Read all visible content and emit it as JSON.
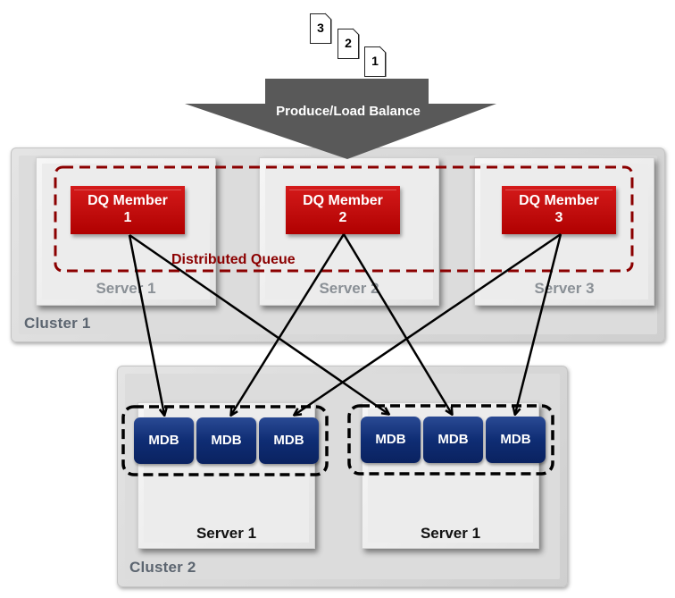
{
  "documents": [
    {
      "label": "3"
    },
    {
      "label": "2"
    },
    {
      "label": "1"
    }
  ],
  "load_balancer": {
    "label": "Produce/Load Balance",
    "color": "#595959"
  },
  "cluster1": {
    "label": "Cluster 1",
    "distributed_queue_label": "Distributed Queue",
    "queue_border_color": "#8b0000",
    "servers": [
      {
        "label": "Server 1",
        "dq_member": {
          "line1": "DQ Member",
          "line2": "1"
        }
      },
      {
        "label": "Server 2",
        "dq_member": {
          "line1": "DQ Member",
          "line2": "2"
        }
      },
      {
        "label": "Server 3",
        "dq_member": {
          "line1": "DQ Member",
          "line2": "3"
        }
      }
    ],
    "dq_color": "#c00000"
  },
  "cluster2": {
    "label": "Cluster 2",
    "servers": [
      {
        "label": "Server 1",
        "mdbs": [
          "MDB",
          "MDB",
          "MDB"
        ]
      },
      {
        "label": "Server 1",
        "mdbs": [
          "MDB",
          "MDB",
          "MDB"
        ]
      }
    ],
    "mdb_color": "#0f2d74"
  },
  "connections": [
    {
      "from": "DQ Member 1",
      "to": "Cluster 2 / Server 1 (left) / MDB 1"
    },
    {
      "from": "DQ Member 1",
      "to": "Cluster 2 / Server 1 (right) / MDB 1"
    },
    {
      "from": "DQ Member 2",
      "to": "Cluster 2 / Server 1 (left) / MDB 2"
    },
    {
      "from": "DQ Member 2",
      "to": "Cluster 2 / Server 1 (right) / MDB 2"
    },
    {
      "from": "DQ Member 3",
      "to": "Cluster 2 / Server 1 (left) / MDB 3"
    },
    {
      "from": "DQ Member 3",
      "to": "Cluster 2 / Server 1 (right) / MDB 3"
    }
  ]
}
